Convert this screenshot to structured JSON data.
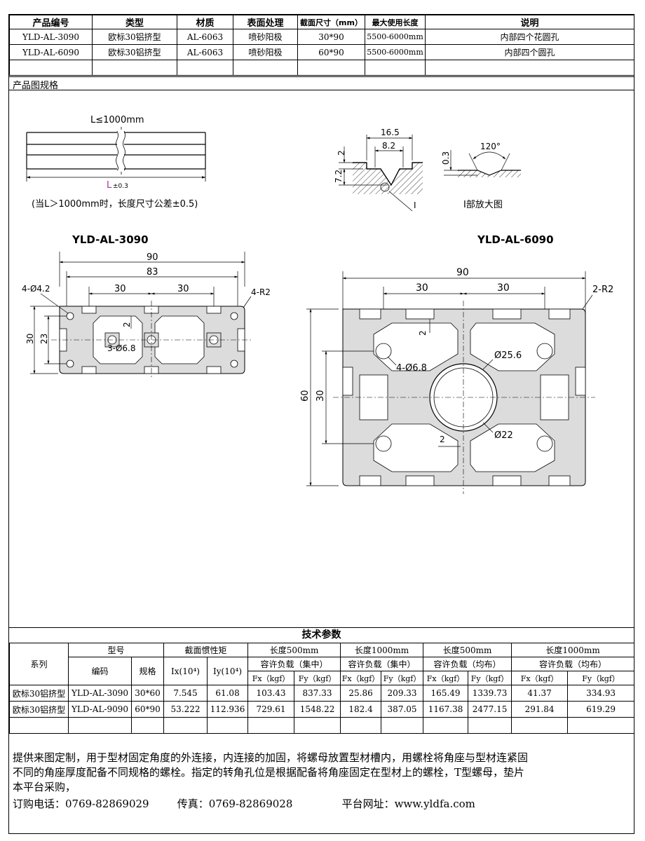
{
  "product_table": {
    "headers": [
      "产品编号",
      "类型",
      "材质",
      "表面处理",
      "截面尺寸（mm）",
      "最大使用长度",
      "说明"
    ],
    "rows": [
      [
        "YLD-AL-3090",
        "欧标30铝挤型",
        "AL-6063",
        "喷砂阳极",
        "30*90",
        "5500-6000mm",
        "内部四个花圆孔"
      ],
      [
        "YLD-AL-6090",
        "欧标30铝挤型",
        "AL-6063",
        "喷砂阳极",
        "60*90",
        "5500-6000mm",
        "内部四个圆孔"
      ],
      [
        "",
        "",
        "",
        "",
        "",
        "",
        ""
      ]
    ]
  },
  "section_label": "产品图规格",
  "length_drawing": {
    "top_label": "L≤1000mm",
    "bottom_label": "L",
    "tolerance": "±0.3",
    "note": "(当L＞1000mm时，长度尺寸公差±0.5)"
  },
  "detail_drawing": {
    "dim_16_5": "16.5",
    "dim_8_2": "8.2",
    "dim_2": "2",
    "dim_7_2": "7.2",
    "label_I": "I",
    "dim_0_3": "0.3",
    "angle_120": "120°",
    "caption": "I部放大图"
  },
  "drawing_3090": {
    "title": "YLD-AL-3090",
    "dim_90": "90",
    "dim_83": "83",
    "dim_30a": "30",
    "dim_30b": "30",
    "hole_label": "4-Ø4.2",
    "radius_label": "4-R2",
    "dim_2": "2",
    "height_30": "30",
    "height_23": "23",
    "center_holes": "3-Ø6.8"
  },
  "drawing_6090": {
    "title": "YLD-AL-6090",
    "dim_90": "90",
    "dim_30a": "30",
    "dim_30b": "30",
    "radius_label": "2-R2",
    "dim_2_top": "2",
    "hole_label": "4-Ø6.8",
    "dia_25_6": "Ø25.6",
    "height_60": "60",
    "height_30": "30",
    "dim_2_bottom": "2",
    "dia_22": "Ø22"
  },
  "tech_params": {
    "title": "技术参数",
    "series_header": "系列",
    "model_header": "型号",
    "code_header": "编码",
    "spec_header": "规格",
    "inertia_header": "截面惯性矩",
    "ix_header": "Ix(10⁴)",
    "iy_header": "Iy(10⁴)",
    "len500_a": "长度500mm",
    "len1000_a": "长度1000mm",
    "len500_b": "长度500mm",
    "len1000_b": "长度1000mm",
    "load_conc_a": "容许负载（集中）",
    "load_conc_b": "容许负载（集中）",
    "load_dist_a": "容许负载（均布）",
    "load_dist_b": "容许负载（均布）",
    "fx": "Fx（kgf）",
    "fy": "Fy（kgf）",
    "rows": [
      [
        "欧标30铝挤型",
        "YLD-AL-3090",
        "30*60",
        "7.545",
        "61.08",
        "103.43",
        "837.33",
        "25.86",
        "209.33",
        "165.49",
        "1339.73",
        "41.37",
        "334.93"
      ],
      [
        "欧标30铝挤型",
        "YLD-AL-9090",
        "60*90",
        "53.222",
        "112.936",
        "729.61",
        "1548.22",
        "182.4",
        "387.05",
        "1167.38",
        "2477.15",
        "291.84",
        "619.29"
      ],
      [
        "",
        "",
        "",
        "",
        "",
        "",
        "",
        "",
        "",
        "",
        "",
        "",
        ""
      ]
    ]
  },
  "notes": [
    "提供来图定制，用于型材固定角度的外连接，内连接的加固，将螺母放置型材槽内，用螺栓将角座与型材连紧固",
    "不同的角座厚度配备不同规格的螺栓。指定的转角孔位是根据配备将角座固定在型材上的螺栓，T型螺母，垫片",
    "本平台采购，"
  ],
  "contact": {
    "phone": "订购电话：0769-82869029",
    "fax": "传真：0769-82869028",
    "website": "平台网址：www.yldfa.com"
  }
}
